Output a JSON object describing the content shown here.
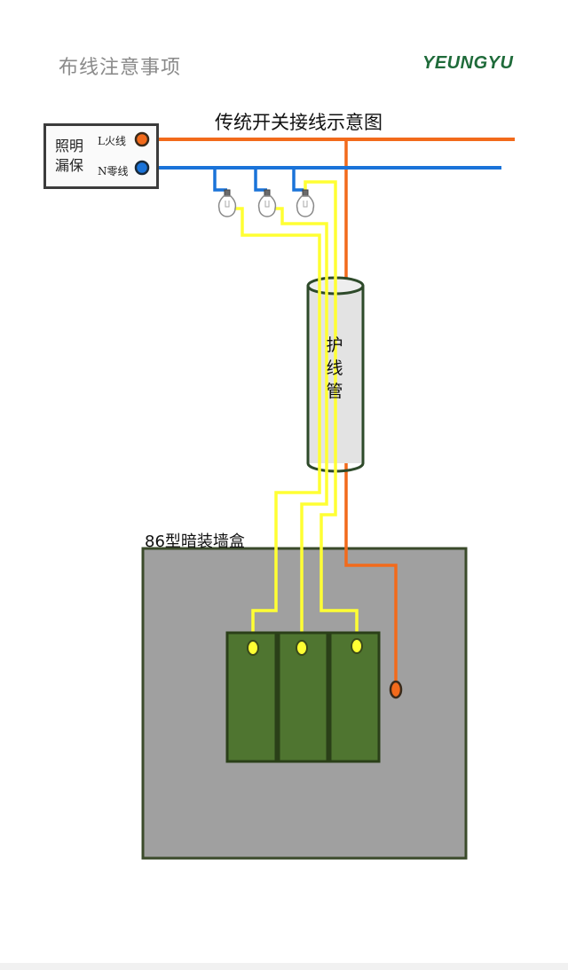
{
  "header": {
    "title": "布线注意事项",
    "brand": "YEUNGYU"
  },
  "diagram": {
    "title": "传统开关接线示意图",
    "breaker_label": "照明漏保",
    "live_label": "L火线",
    "neutral_label": "N零线",
    "conduit_label": "护线管",
    "box_label": "86型暗装墙盒"
  },
  "colors": {
    "live": "#f26a1b",
    "neutral": "#1a73d9",
    "switch_wire": "#ffff33",
    "switch_fill": "#4f7530",
    "box_fill": "#a0a0a0",
    "conduit_fill": "#e3e3e3"
  },
  "icons": [
    "bulb-icon",
    "bulb-icon",
    "bulb-icon"
  ]
}
